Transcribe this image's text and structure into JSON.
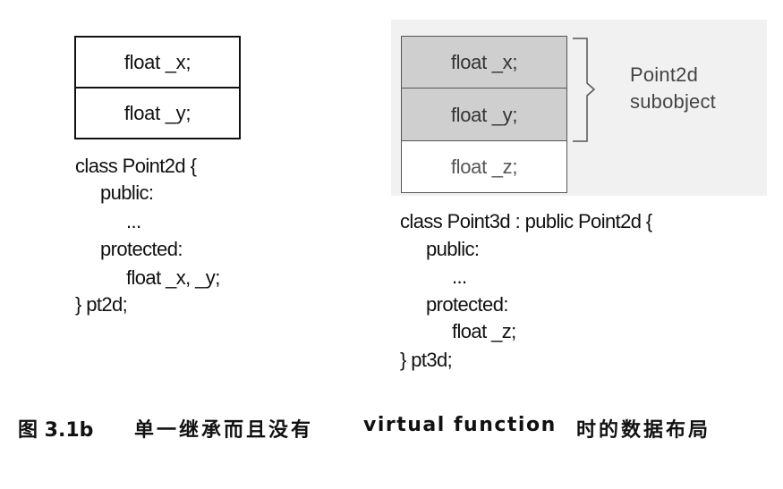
{
  "left_diagram": {
    "cells": [
      "float _x;",
      "float _y;"
    ],
    "code": [
      "class Point2d {",
      "public:",
      "...",
      "protected:",
      "float _x, _y;",
      "} pt2d;"
    ]
  },
  "right_diagram": {
    "cells": [
      "float _x;",
      "float _y;",
      "float _z;"
    ],
    "brace_label": [
      "Point2d",
      "subobject"
    ],
    "code": [
      "class Point3d : public Point2d {",
      "public:",
      "...",
      "protected:",
      "float _z;",
      "} pt3d;"
    ]
  },
  "caption": {
    "figure_number": "图 3.1b",
    "text_before": "单一继承而且没有",
    "keyword": "virtual function",
    "text_after": "时的数据布局"
  }
}
